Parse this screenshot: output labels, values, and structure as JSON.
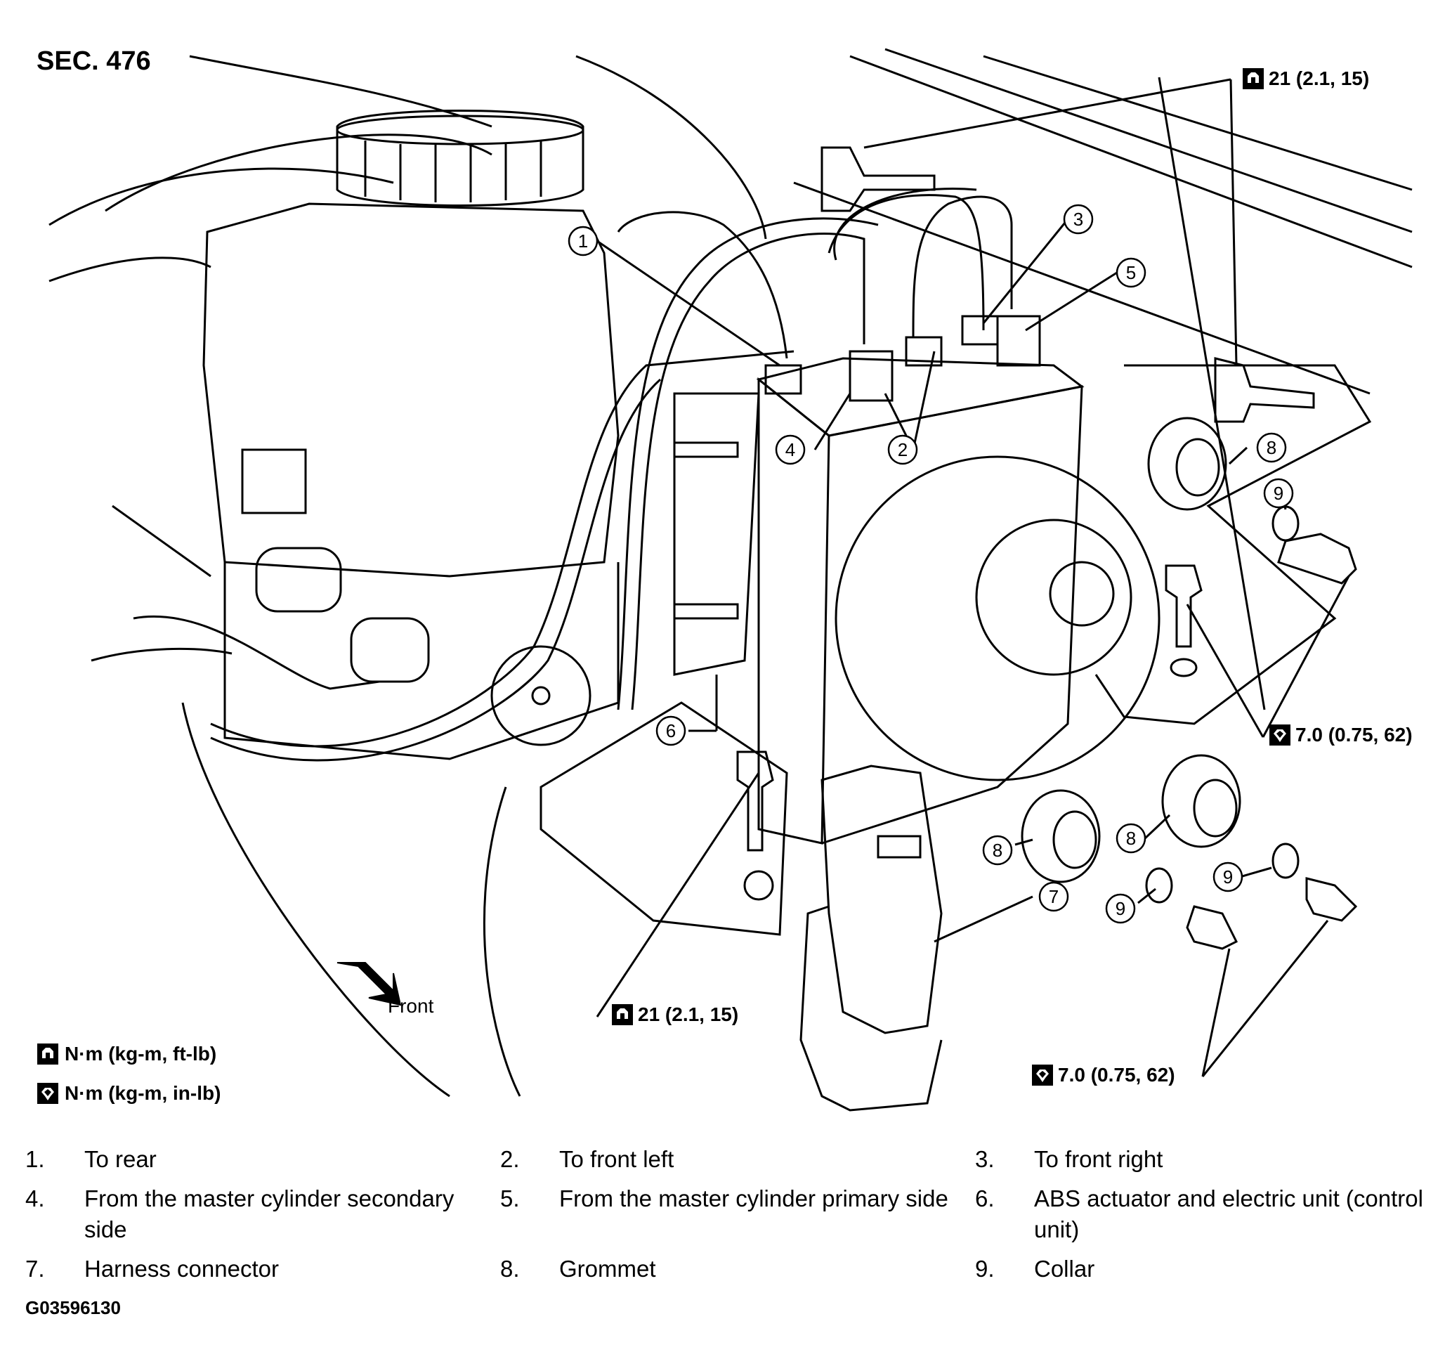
{
  "section": "SEC. 476",
  "torque_specs": {
    "top_right": "21 (2.1, 15)",
    "right": "7.0 (0.75, 62)",
    "bottom_center": "21 (2.1, 15)",
    "bottom_right": "7.0 (0.75, 62)"
  },
  "direction_label": "Front",
  "legend": [
    {
      "icon": "torque-open-wrench-icon",
      "text": "N·m (kg-m, ft-lb)"
    },
    {
      "icon": "torque-filled-wrench-icon",
      "text": "N·m (kg-m, in-lb)"
    }
  ],
  "callout_numbers": {
    "c1": "1",
    "c2": "2",
    "c3": "3",
    "c4": "4",
    "c5": "5",
    "c6": "6",
    "c7": "7",
    "c8": "8",
    "c9": "9"
  },
  "items": [
    {
      "num": "1.",
      "text": "To rear"
    },
    {
      "num": "2.",
      "text": "To front left"
    },
    {
      "num": "3.",
      "text": "To front right"
    },
    {
      "num": "4.",
      "text": "From the master cylinder secondary side"
    },
    {
      "num": "5.",
      "text": "From the master cylinder primary side"
    },
    {
      "num": "6.",
      "text": "ABS actuator and electric unit (control unit)"
    },
    {
      "num": "7.",
      "text": "Harness connector"
    },
    {
      "num": "8.",
      "text": "Grommet"
    },
    {
      "num": "9.",
      "text": "Collar"
    }
  ],
  "figure_id": "G03596130"
}
